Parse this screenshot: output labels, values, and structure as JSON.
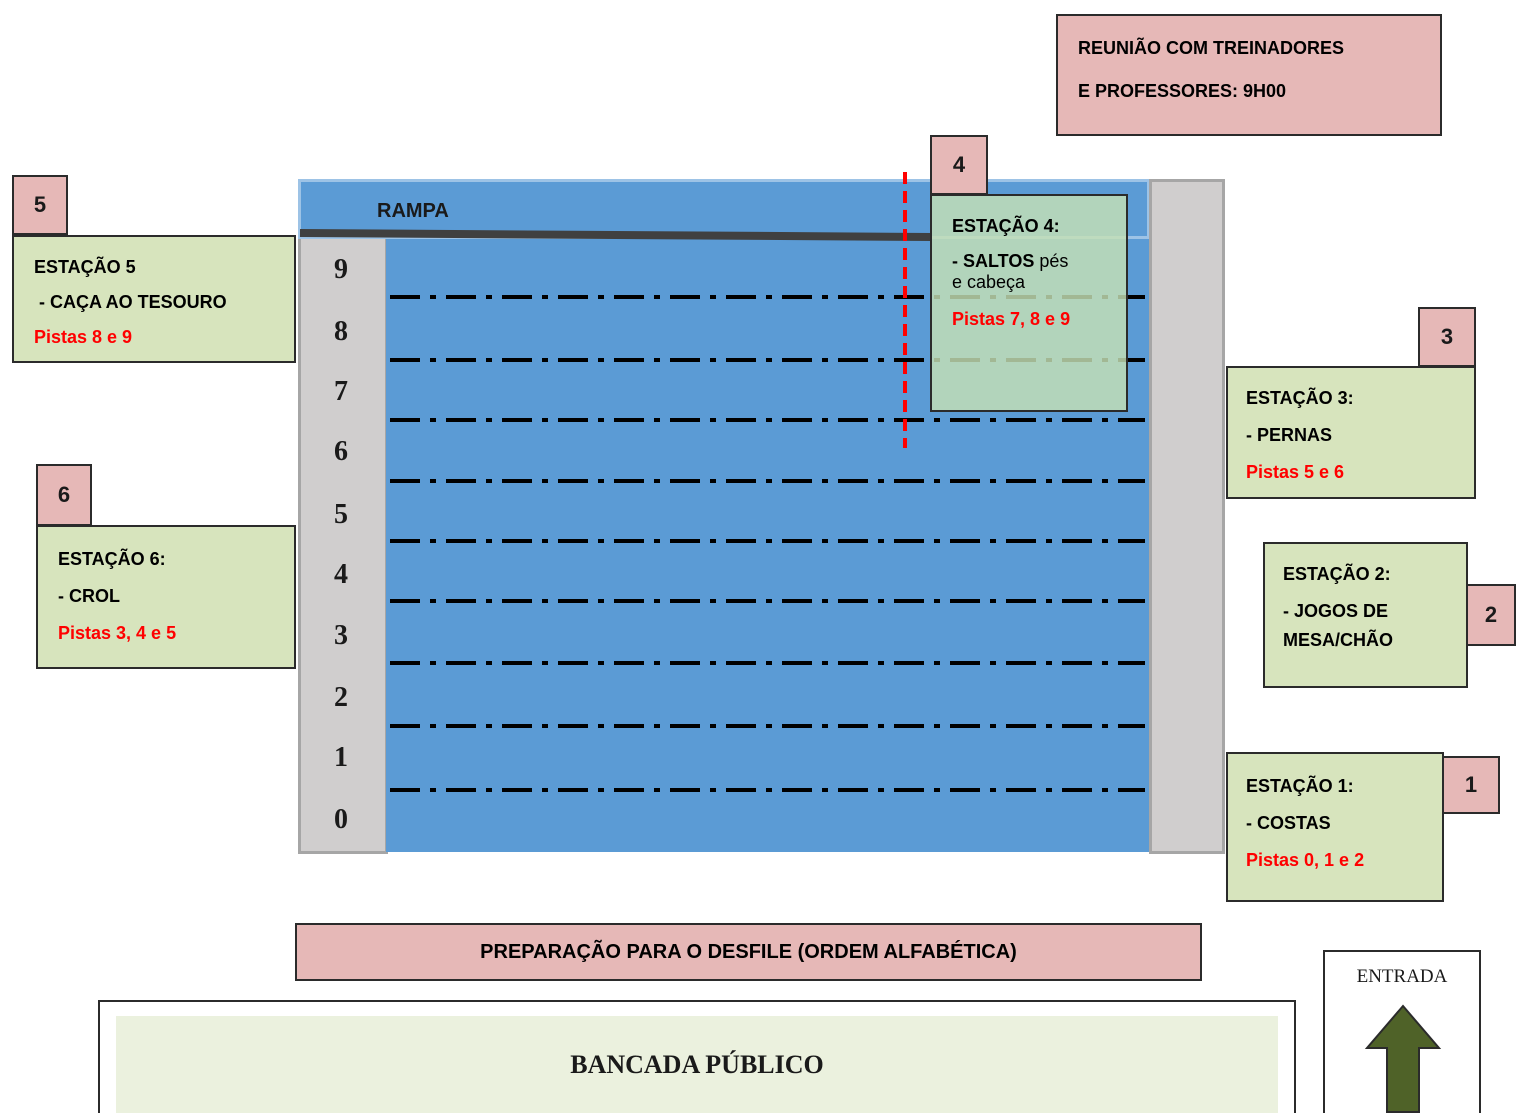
{
  "meeting": {
    "line1": "REUNIÃO COM TREINADORES",
    "line2": "E PROFESSORES: 9H00"
  },
  "pool": {
    "ramp_label": "RAMPA",
    "lanes": [
      "9",
      "8",
      "7",
      "6",
      "5",
      "4",
      "3",
      "2",
      "1",
      "0"
    ],
    "colors": {
      "water": "#5b9bd5",
      "deck": "#d0cece",
      "ramp": "#5b9bd5"
    }
  },
  "stations": {
    "s1": {
      "tag": "1",
      "title": "ESTAÇÃO 1:",
      "activity": "- COSTAS",
      "lanes": "Pistas 0, 1 e 2"
    },
    "s2": {
      "tag": "2",
      "title": "ESTAÇÃO 2:",
      "activity_line1": "- JOGOS DE",
      "activity_line2": "MESA/CHÃO"
    },
    "s3": {
      "tag": "3",
      "title": "ESTAÇÃO 3:",
      "activity": "- PERNAS",
      "lanes": "Pistas 5 e 6"
    },
    "s4": {
      "tag": "4",
      "title": "ESTAÇÃO 4:",
      "activity_bold": "- SALTOS",
      "activity_rest": " pés",
      "activity_line2": "e cabeça",
      "lanes": "Pistas 7, 8 e 9"
    },
    "s5": {
      "tag": "5",
      "title": "ESTAÇÃO 5",
      "activity": " - CAÇA AO TESOURO",
      "lanes": "Pistas 8 e 9"
    },
    "s6": {
      "tag": "6",
      "title": "ESTAÇÃO 6:",
      "activity": "- CROL",
      "lanes": "Pistas 3, 4 e 5"
    }
  },
  "parade": {
    "label": "PREPARAÇÃO PARA O DESFILE (ORDEM ALFABÉTICA)"
  },
  "entrance": {
    "label": "ENTRADA",
    "arrow_icon": "arrow-up-icon"
  },
  "stands": {
    "label": "BANCADA PÚBLICO"
  }
}
